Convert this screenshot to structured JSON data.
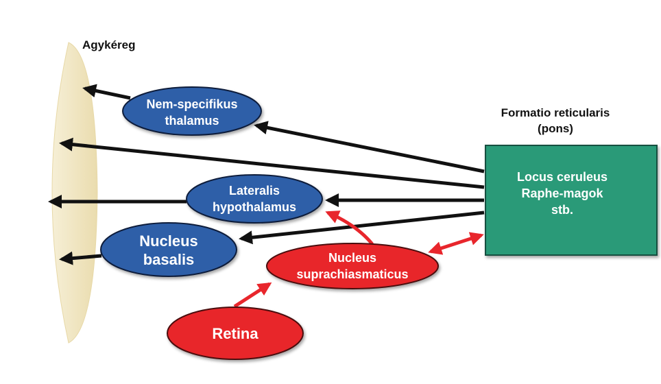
{
  "diagram": {
    "cortex_label": "Agykéreg",
    "formatio": {
      "title_line1": "Formatio reticularis",
      "title_line2": "(pons)",
      "box_line1": "Locus ceruleus",
      "box_line2": "Raphe-magok",
      "box_line3": "stb."
    },
    "nodes": {
      "thalamus": {
        "line1": "Nem-specifikus",
        "line2": "thalamus"
      },
      "hypothalamus": {
        "line1": "Lateralis",
        "line2": "hypothalamus"
      },
      "basalis": {
        "line1": "Nucleus",
        "line2": "basalis"
      },
      "suprachiasmaticus": {
        "line1": "Nucleus",
        "line2": "suprachiasmaticus"
      },
      "retina": {
        "line1": "Retina"
      }
    },
    "colors": {
      "blue_node": "#2f5ea8",
      "red_node": "#e8262c",
      "green_box": "#2b9a78",
      "cortex_band": "#f1e7c4",
      "black_arrow": "#111111",
      "red_arrow": "#e8262c"
    }
  }
}
